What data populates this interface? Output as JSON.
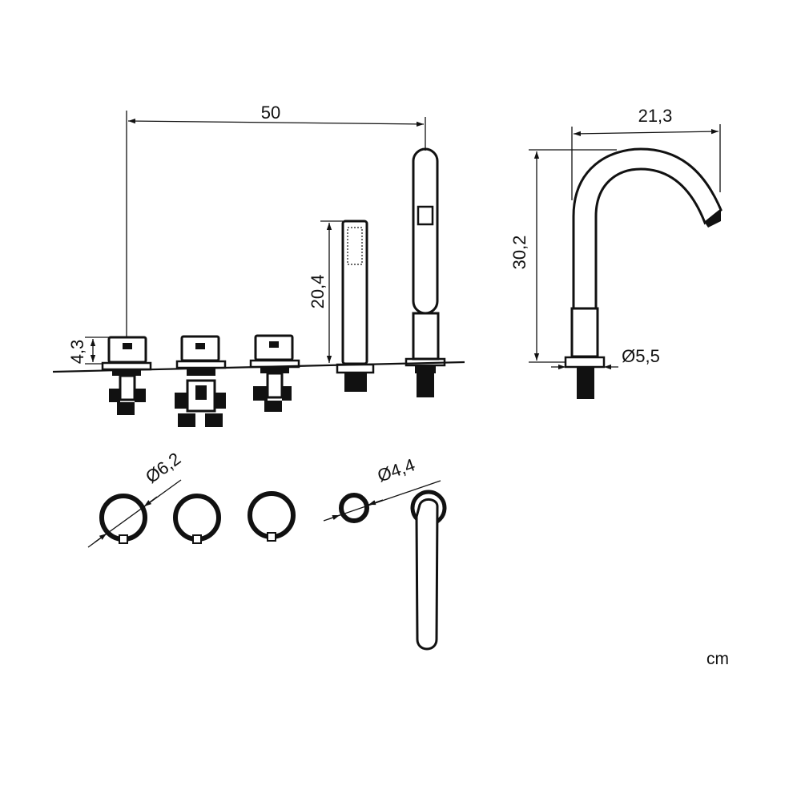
{
  "dimensions": {
    "total_width": "50",
    "handle_height": "4,3",
    "hand_shower_height": "20,4",
    "spout_reach": "21,3",
    "spout_height": "30,2",
    "spout_base_diameter": "Ø5,5",
    "handle_diameter": "Ø6,2",
    "shower_holder_diameter": "Ø4,4"
  },
  "unit": "cm",
  "colors": {
    "line": "#111111",
    "background": "#ffffff"
  }
}
